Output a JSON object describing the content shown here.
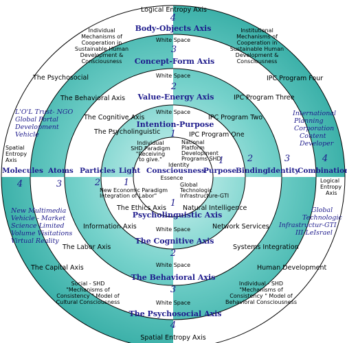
{
  "colors": {
    "teal_dark": "#1aa39a",
    "teal_light": "#c9f1ee",
    "ink": "#1e1b8c",
    "line": "#000000"
  },
  "axes": {
    "logical_entropy_top": "Logical Entropy Axis",
    "body_objects": "Body-Objects Axis",
    "concept_form": "Concept-Form Axis",
    "value_energy": "Value-Energy Axis",
    "intention_purpose": "Intention-Purpose",
    "psycholinguistic": "Psycholinguistic Axis",
    "cognitive": "The Cognitive Axis",
    "behavioral": "The Behavioral Axis",
    "psychosocial": "The Psychosocial Axis",
    "spatial_entropy_bottom": "Spatial Entropy Axis",
    "spatial_entropy_left": "Spatial Entropy Axis",
    "logical_entropy_right": "Logical Entropy Axis"
  },
  "white_space": "White Space",
  "numbers": {
    "n1": "1",
    "n2": "2",
    "n3": "3",
    "n4": "4"
  },
  "horizontal_terms": {
    "molecules": "Molecules",
    "atoms": "Atoms",
    "particles": "Particles",
    "light": "Light",
    "consciousness": "Consciousness",
    "purpose": "Purpose",
    "binding": "Binding",
    "identity": "Identity",
    "combinations": "Combinations",
    "essence": "Essence"
  },
  "upper_left": {
    "individual_mechanisms": [
      "Individual",
      "Mechanisms of",
      "Cooperation in",
      "Sustainable Human",
      "Development &",
      "Consciousness"
    ],
    "psychosocial": "The Psychosocial",
    "behavioral_axis": "The Behavioral Axis",
    "cognitive_axis": "The Cognitive Axis",
    "psycholinguistic": "The Psycholinguistic",
    "shd_paradigm": [
      "Individual",
      "SHD Paradigm",
      "\"Receiving",
      "to give.\""
    ],
    "lol_trust": [
      "L'O'L Trust- NGO",
      "Global Portal",
      "Development",
      "Vehicle"
    ],
    "spatial_entropy": [
      "Spatial",
      "Entropy",
      "Axis"
    ]
  },
  "upper_right": {
    "institutional_mechanisms": [
      "Institutional",
      "Mechanisms of",
      "Cooperation in",
      "Sustainable Human",
      "Development &",
      "Consciousness"
    ],
    "ipc_four": "IPC Program Four",
    "ipc_three": "IPC Program Three",
    "ipc_two": "IPC Program Two",
    "ipc_one": "IPC Program One",
    "national_platform": [
      "National",
      "Platform",
      "Development",
      "Programs SHD"
    ],
    "identity_top": "Identity",
    "intl_planning": [
      "International",
      "Planning",
      "Corporation",
      "Content",
      "Developer"
    ],
    "logical_entropy": [
      "Logical",
      "Entropy",
      "Axis"
    ]
  },
  "lower_left": {
    "new_economic": [
      "New Economic Paradigm",
      "Integration of Labor\""
    ],
    "ethics_axis": "The Ethics Axis",
    "information_axis": "Information Axis",
    "labor_axis": "The Labor Axis",
    "capital_axis": "The Capital Axis",
    "new_multimedia": [
      "New Multimedia",
      "Vehicle - Market",
      "Science Limited",
      "Volume Visitations",
      "Virtual Reality"
    ],
    "social_shd": [
      "Social - SHD",
      "\"Mechanisms of",
      "Consistency \" Model of",
      "Cultural Consciousness"
    ]
  },
  "lower_right": {
    "global_tech": [
      "Global",
      "Technologic",
      "Infrastructure-GTI"
    ],
    "natural_intelligence": "Natural  Intelligence",
    "network_services": "Network Services",
    "systems_integration": "Systems Integration",
    "human_development": "Human Development",
    "global_tech_outer": [
      "Global",
      "Technologic",
      "Infrastructur-GTI",
      "III-LeIsrael"
    ],
    "individual_shd": [
      "Individual - SHD",
      "\"Mechanisms of",
      "Consistency \" Model of",
      "Behavioral Consciousness"
    ]
  }
}
